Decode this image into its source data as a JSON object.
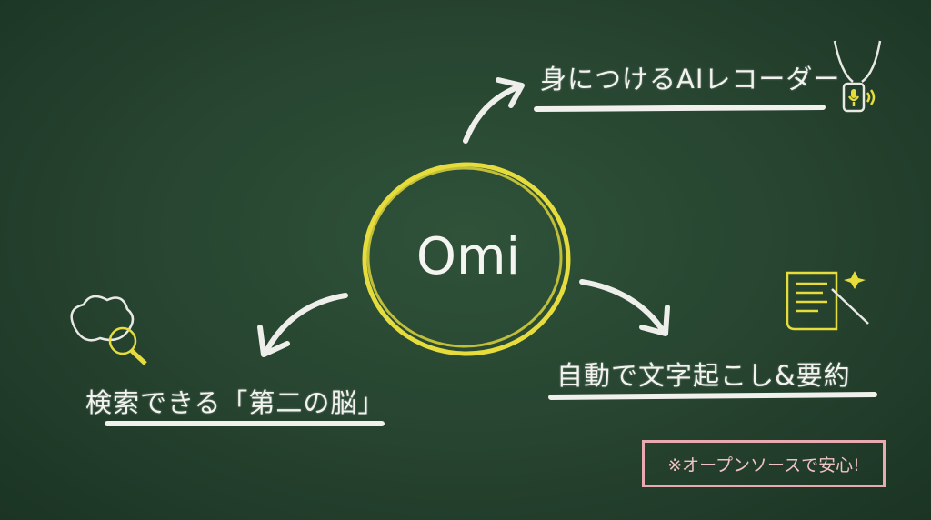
{
  "center": {
    "label": "Omi"
  },
  "features": [
    {
      "label": "身につけるAIレコーダー",
      "icon": "pendant-recorder-icon"
    },
    {
      "label": "自動で文字起こし&要約",
      "icon": "scroll-magic-wand-icon"
    },
    {
      "label": "検索できる「第二の脳」",
      "icon": "brain-magnifier-icon"
    }
  ],
  "note": {
    "label": "※オープンソースで安心!"
  },
  "colors": {
    "chalk": "#f2f2ee",
    "circle": "#e6dc3c",
    "note": "#e8aab0",
    "board": "#26432f"
  }
}
